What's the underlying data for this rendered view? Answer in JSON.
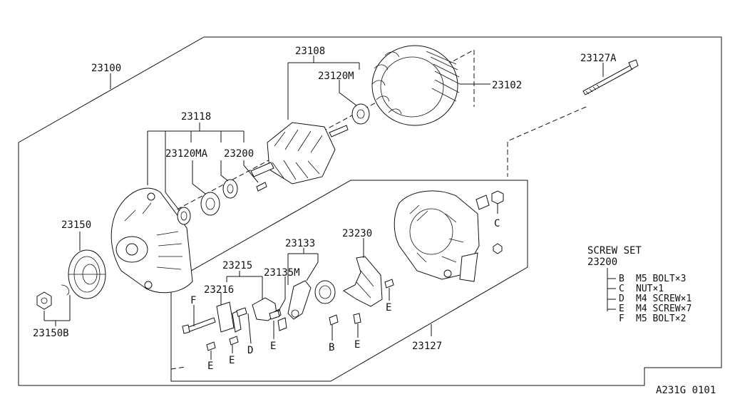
{
  "diagram": {
    "callouts": [
      {
        "key": "p23100",
        "text": "23100"
      },
      {
        "key": "p23108",
        "text": "23108"
      },
      {
        "key": "p23120M",
        "text": "23120M"
      },
      {
        "key": "p23102",
        "text": "23102"
      },
      {
        "key": "p23127A",
        "text": "23127A"
      },
      {
        "key": "p23118",
        "text": "23118"
      },
      {
        "key": "p23120MA",
        "text": "23120MA"
      },
      {
        "key": "p23200",
        "text": "23200"
      },
      {
        "key": "p23150",
        "text": "23150"
      },
      {
        "key": "p23150B",
        "text": "23150B"
      },
      {
        "key": "p23133",
        "text": "23133"
      },
      {
        "key": "p23230",
        "text": "23230"
      },
      {
        "key": "p23215",
        "text": "23215"
      },
      {
        "key": "p23135M",
        "text": "23135M"
      },
      {
        "key": "p23216",
        "text": "23216"
      },
      {
        "key": "p23127",
        "text": "23127"
      }
    ],
    "letters": [
      {
        "key": "c1",
        "text": "C"
      },
      {
        "key": "f1",
        "text": "F"
      },
      {
        "key": "d1",
        "text": "D"
      },
      {
        "key": "e1",
        "text": "E"
      },
      {
        "key": "e2",
        "text": "E"
      },
      {
        "key": "e3",
        "text": "E"
      },
      {
        "key": "e4",
        "text": "E"
      },
      {
        "key": "e5",
        "text": "E"
      },
      {
        "key": "b1",
        "text": "B"
      }
    ],
    "screw_set": {
      "title": "SCREW SET",
      "number": "23200",
      "items": [
        {
          "letter": "B",
          "desc": "M5 BOLT×3"
        },
        {
          "letter": "C",
          "desc": "NUT×1"
        },
        {
          "letter": "D",
          "desc": "M4 SCREW×1"
        },
        {
          "letter": "E",
          "desc": "M4 SCREW×7"
        },
        {
          "letter": "F",
          "desc": "M5 BOLT×2"
        }
      ]
    },
    "figure_code": "A231G 0101"
  }
}
